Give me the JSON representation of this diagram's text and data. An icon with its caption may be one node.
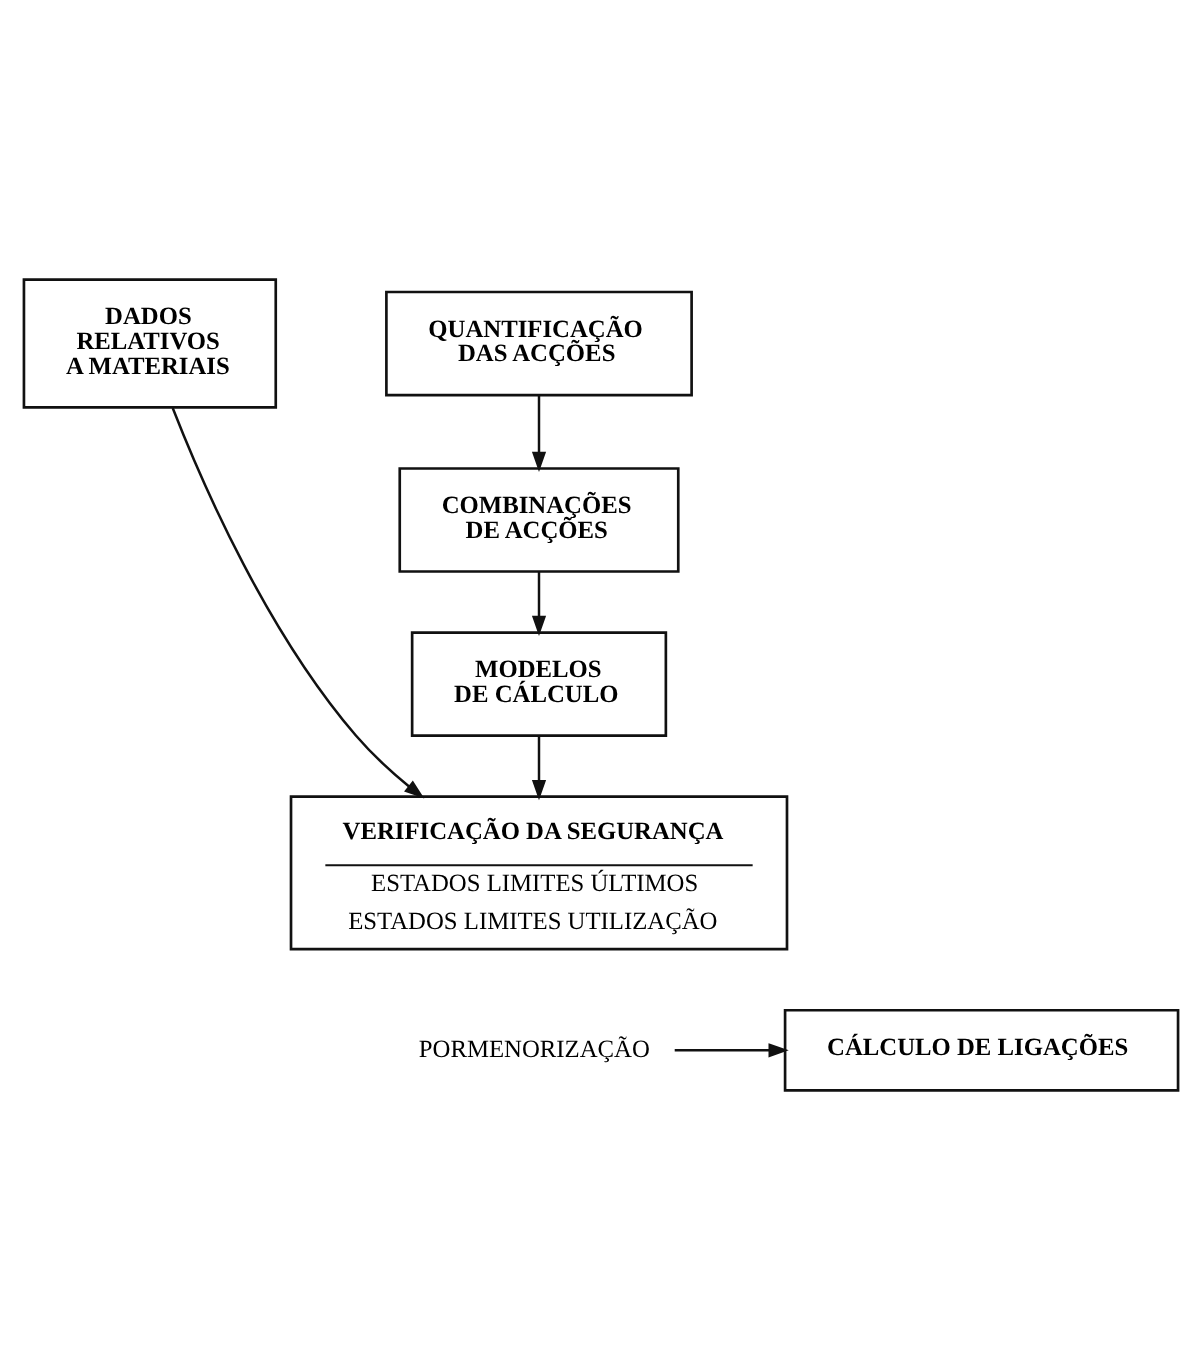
{
  "diagram": {
    "nodes": [
      {
        "text": [
          "DADOS RELATIVOS A MATERIAIS"
        ]
      },
      {
        "text": [
          "QUANTIFICAÇÃO DAS ACÇÕES"
        ]
      },
      {
        "text": [
          "COMBINAÇÕES DE ACÇÕES"
        ]
      },
      {
        "text": [
          "MODELOS DE CÁLCULO"
        ]
      },
      {
        "text": [
          "VERIFICAÇÃO DA SEGURANÇA",
          "ESTADOS LIMITES ÚLTIMOS",
          "ESTADOS LIMITES UTILIZAÇÃO"
        ]
      },
      {
        "text": [
          "PORMENORIZAÇÃO"
        ]
      },
      {
        "text": [
          "CÁLCULO DE LIGAÇÕES"
        ]
      }
    ],
    "edges": [
      {
        "from": 0,
        "to": 4,
        "arrow": "to"
      },
      {
        "from": 1,
        "to": 2,
        "arrow": "to"
      },
      {
        "from": 2,
        "to": 3,
        "arrow": "to"
      },
      {
        "from": 3,
        "to": 4,
        "arrow": "to"
      },
      {
        "from": 5,
        "to": 6,
        "arrow": "to"
      }
    ]
  }
}
